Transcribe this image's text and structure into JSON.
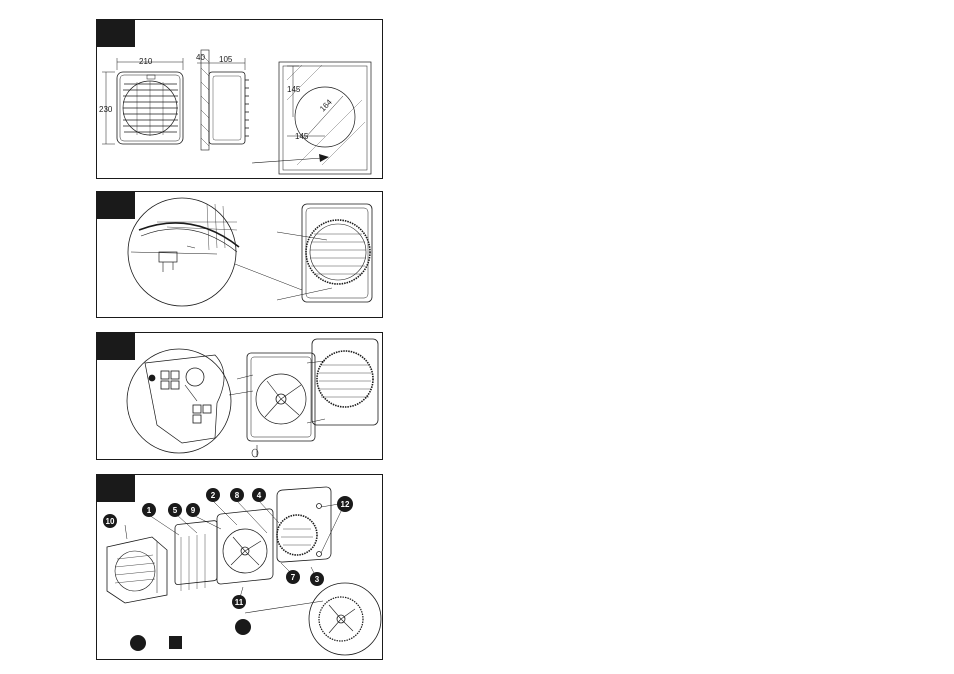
{
  "panel1": {
    "dimensions": {
      "grille_width": "210",
      "grille_height": "230",
      "wall_offset": "40",
      "depth": "105",
      "hole_top": "145",
      "hole_diameter": "164",
      "hole_side": "145"
    }
  },
  "panel4": {
    "callouts": [
      "1",
      "2",
      "3",
      "4",
      "5",
      "7",
      "8",
      "9",
      "10",
      "11",
      "12"
    ]
  }
}
